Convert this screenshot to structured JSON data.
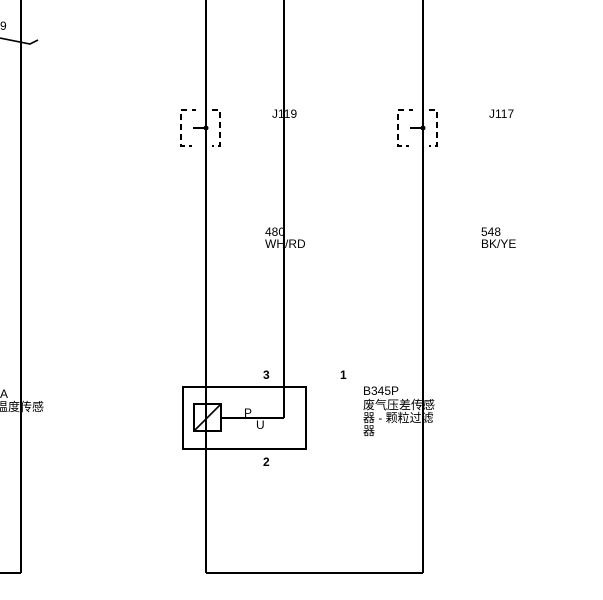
{
  "connectors": [
    {
      "id": "J119"
    },
    {
      "id": "J117"
    }
  ],
  "wires": [
    {
      "circuit": "480",
      "color": "WH/RD"
    },
    {
      "circuit": "548",
      "color": "BK/YE"
    }
  ],
  "component": {
    "ref": "B345P",
    "name_lines": [
      "废气压差传感",
      "器 - 颗粒过滤",
      "器"
    ],
    "pins": [
      "3",
      "1",
      "2"
    ],
    "symbol_labels": [
      "P",
      "U"
    ]
  },
  "left_partial": {
    "top_fragment": "9",
    "ref_fragment": "A",
    "name_fragment": "温度传感"
  }
}
